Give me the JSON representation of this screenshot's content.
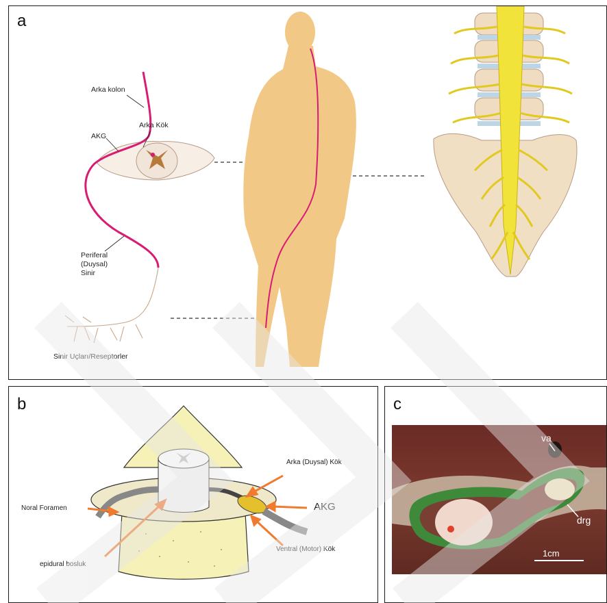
{
  "panels": {
    "a": {
      "letter": "a",
      "labels": {
        "dorsal_column": "Arka kolon",
        "drg": "AKG",
        "dorsal_root": "Arka Kök",
        "peripheral_nerve_1": "Periferal",
        "peripheral_nerve_2": "(Duysal)",
        "peripheral_nerve_3": "Sinir",
        "nerve_endings": "Sinir Uçları/Reseptorler"
      }
    },
    "b": {
      "letter": "b",
      "labels": {
        "neural_foramen": "Noral Foramen",
        "dorsal_root": "Arka (Duysal) Kök",
        "drg": "AKG",
        "ventral_root": "Ventral (Motor) Kök",
        "epidural_space": "epidural bosluk"
      }
    },
    "c": {
      "letter": "c",
      "labels": {
        "va": "va",
        "drg": "drg",
        "scale": "1cm"
      }
    }
  },
  "colors": {
    "nerve_pathway": "#d81b74",
    "body_silhouette": "#f2c887",
    "spinal_nerves": "#f2e33a",
    "arrows": "#f07a2e"
  }
}
